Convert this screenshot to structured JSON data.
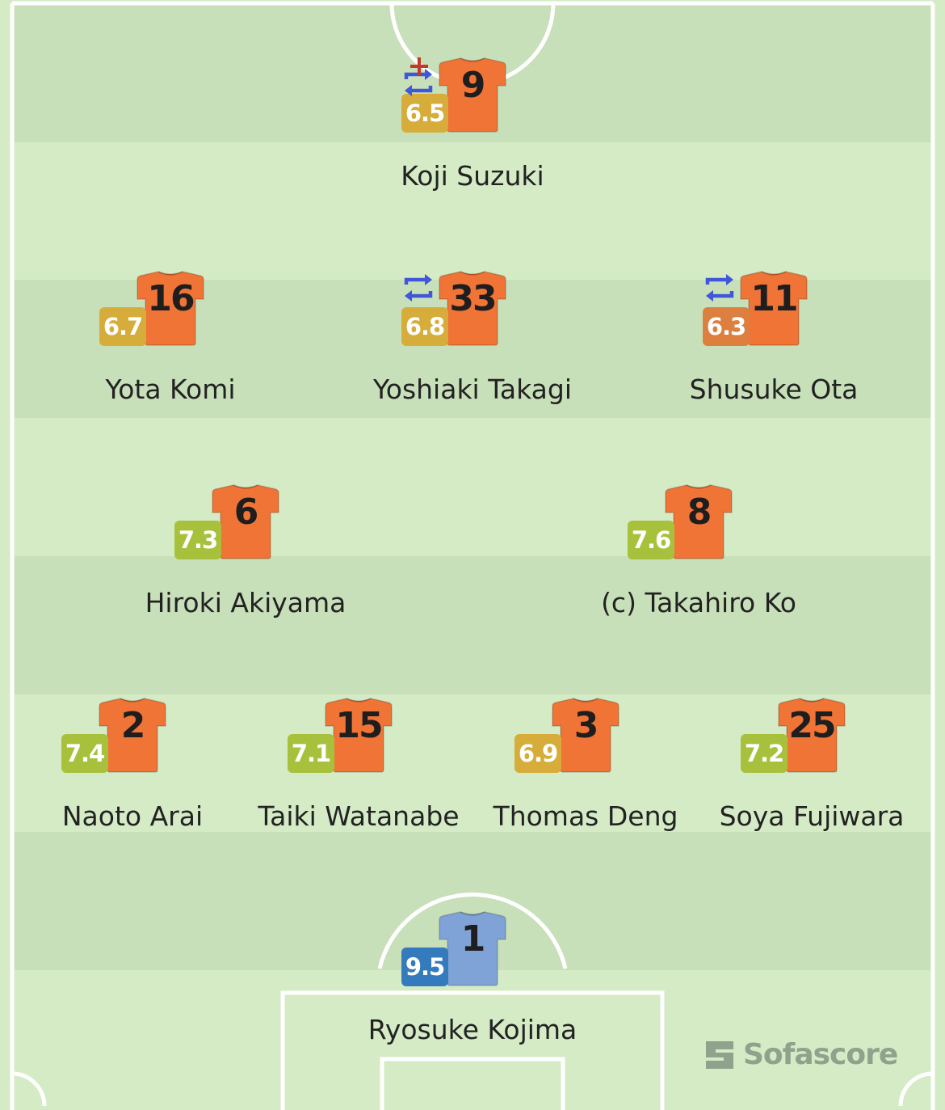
{
  "brand": {
    "name": "Sofascore"
  },
  "colors": {
    "pitch": "#d5ebc6",
    "pitch_stripe": "#c8e0b9",
    "line": "#ffffff",
    "shirt_outfield": "#f07436",
    "shirt_goalkeeper": "#7fa3d7",
    "rating_gold": "#d6ad3a",
    "rating_green": "#a8c13c",
    "rating_orange": "#dd7f3f",
    "rating_blue": "#347bbd",
    "sub_icon": "#3f57d8",
    "injury_icon": "#c43a2a"
  },
  "players": [
    {
      "id": "koji-suzuki",
      "number": "9",
      "name": "Koji Suzuki",
      "rating": "6.5",
      "rating_color": "#d6ad3a",
      "kit": "outfield",
      "icons": [
        "substitution-icon",
        "injury-icon"
      ]
    },
    {
      "id": "yota-komi",
      "number": "16",
      "name": "Yota Komi",
      "rating": "6.7",
      "rating_color": "#d6ad3a",
      "kit": "outfield",
      "icons": []
    },
    {
      "id": "yoshiaki-takagi",
      "number": "33",
      "name": "Yoshiaki Takagi",
      "rating": "6.8",
      "rating_color": "#d6ad3a",
      "kit": "outfield",
      "icons": [
        "substitution-icon"
      ]
    },
    {
      "id": "shusuke-ota",
      "number": "11",
      "name": "Shusuke Ota",
      "rating": "6.3",
      "rating_color": "#dd7f3f",
      "kit": "outfield",
      "icons": [
        "substitution-icon"
      ]
    },
    {
      "id": "hiroki-akiyama",
      "number": "6",
      "name": "Hiroki Akiyama",
      "rating": "7.3",
      "rating_color": "#a8c13c",
      "kit": "outfield",
      "icons": []
    },
    {
      "id": "takahiro-ko",
      "number": "8",
      "name": "(c) Takahiro Ko",
      "rating": "7.6",
      "rating_color": "#a8c13c",
      "kit": "outfield",
      "icons": []
    },
    {
      "id": "naoto-arai",
      "number": "2",
      "name": "Naoto Arai",
      "rating": "7.4",
      "rating_color": "#a8c13c",
      "kit": "outfield",
      "icons": []
    },
    {
      "id": "taiki-watanabe",
      "number": "15",
      "name": "Taiki Watanabe",
      "rating": "7.1",
      "rating_color": "#a8c13c",
      "kit": "outfield",
      "icons": []
    },
    {
      "id": "thomas-deng",
      "number": "3",
      "name": "Thomas Deng",
      "rating": "6.9",
      "rating_color": "#d6ad3a",
      "kit": "outfield",
      "icons": []
    },
    {
      "id": "soya-fujiwara",
      "number": "25",
      "name": "Soya Fujiwara",
      "rating": "7.2",
      "rating_color": "#a8c13c",
      "kit": "outfield",
      "icons": []
    },
    {
      "id": "ryosuke-kojima",
      "number": "1",
      "name": "Ryosuke Kojima",
      "rating": "9.5",
      "rating_color": "#347bbd",
      "kit": "goalkeeper",
      "icons": []
    }
  ]
}
